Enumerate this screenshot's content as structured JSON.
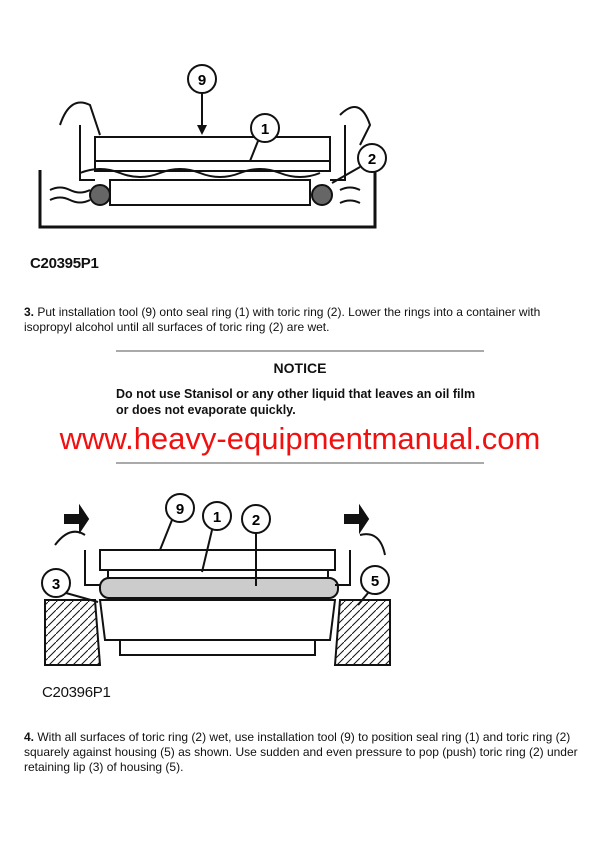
{
  "figure1": {
    "label": "C20395P1",
    "callouts": [
      "9",
      "1",
      "2"
    ]
  },
  "step3": {
    "number": "3.",
    "text": " Put installation tool (9) onto seal ring (1) with toric ring (2). Lower the rings into a container with isopropyl alcohol until all surfaces of toric ring (2) are wet."
  },
  "notice": {
    "title": "NOTICE",
    "body": "Do not use Stanisol or any other liquid that leaves an oil film or does not evaporate quickly."
  },
  "watermark": "www.heavy-equipmentmanual.com",
  "figure2": {
    "label": "C20396P1",
    "callouts": [
      "9",
      "1",
      "2",
      "3",
      "5"
    ]
  },
  "step4": {
    "number": "4.",
    "text": " With all surfaces of toric ring (2) wet, use installation tool (9) to position seal ring (1) and toric ring (2) squarely against housing (5) as shown. Use sudden and even pressure to pop (push) toric ring (2) under retaining lip (3) of housing (5)."
  }
}
